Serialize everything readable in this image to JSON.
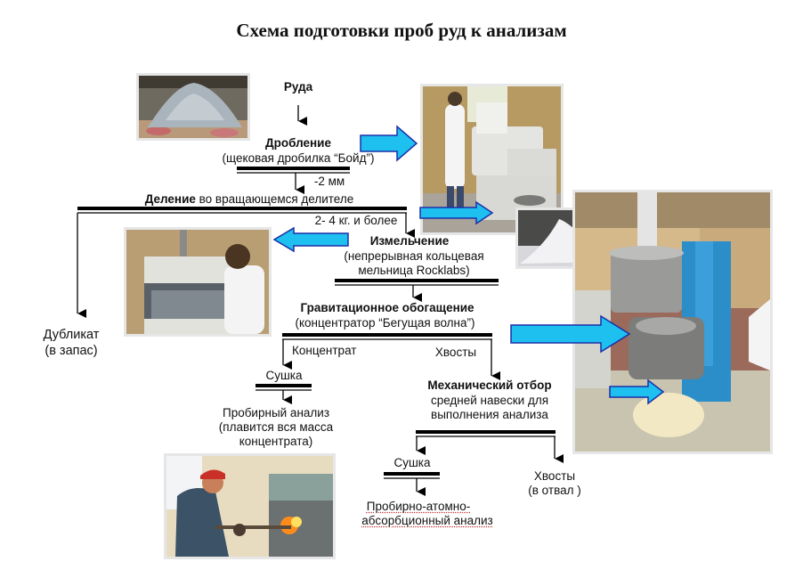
{
  "title": "Схема подготовки проб руд к анализам",
  "steps": {
    "ore": "Руда",
    "crushing": {
      "title": "Дробление",
      "detail": "(щековая дробилка “Бойд”)",
      "output": "-2 мм"
    },
    "division": {
      "title": "Деление",
      "detail": " во вращающемся делителе",
      "output": "2- 4 кг. и  более"
    },
    "duplicate": {
      "line1": "Дубликат",
      "line2": "(в запас)"
    },
    "grinding": {
      "title": "Измельчение",
      "line1": "(непрерывная кольцевая",
      "line2": "мельница Rocklabs)"
    },
    "gravity": {
      "title": "Гравитационное обогащение",
      "detail": "(концентратор “Бегущая волна”)"
    },
    "concentrate_label": "Концентрат",
    "tails_label": "Хвосты",
    "drying_left": "Сушка",
    "assay": {
      "line1": "Пробирный анализ",
      "line2": "(плавится  вся  масса",
      "line3": "концентрата)"
    },
    "mechanical": {
      "title": "Механический отбор",
      "line1": "средней навески для",
      "line2": "выполнения анализа"
    },
    "drying_right": "Сушка",
    "aas": {
      "line1": "Пробирно-атомно-",
      "line2": "абсорбционный анализ"
    },
    "tails_dump": {
      "line1": "Хвосты",
      "line2": "(в отвал )"
    }
  },
  "photos": [
    {
      "name": "ore-pile-photo",
      "subject": "pile of crushed ore"
    },
    {
      "name": "jaw-crusher-photo",
      "subject": "technician at Boyd jaw crusher with rotary divider"
    },
    {
      "name": "ring-mill-photo",
      "subject": "technician at Rocklabs ring mill"
    },
    {
      "name": "powder-photo",
      "subject": "pile of ground powder"
    },
    {
      "name": "concentrator-photo",
      "subject": "running-wave gravity concentrator"
    },
    {
      "name": "fire-assay-photo",
      "subject": "worker at fire assay furnace"
    }
  ],
  "colors": {
    "arrow_fill": "#1ec0f0",
    "arrow_stroke": "#1b2fa8",
    "line": "#000000"
  }
}
